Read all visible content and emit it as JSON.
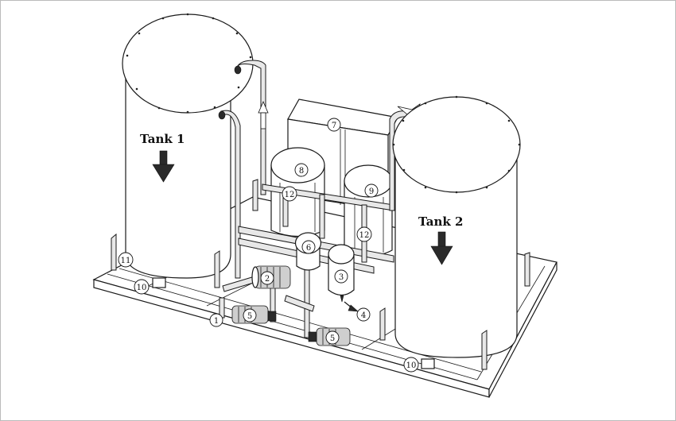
{
  "tank_labels": {
    "tank1": "Tank 1",
    "tank2": "Tank 2"
  },
  "component_numbers": {
    "n1": "1",
    "n2": "2",
    "n3": "3",
    "n4": "4",
    "n5a": "5",
    "n5b": "5",
    "n6": "6",
    "n7": "7",
    "n8": "8",
    "n9": "9",
    "n10a": "10",
    "n10b": "10",
    "n11": "11",
    "n12a": "12",
    "n12b": "12"
  },
  "colors": {
    "line": "#1a1a1a",
    "arrow": "#222222",
    "background": "#ffffff"
  }
}
